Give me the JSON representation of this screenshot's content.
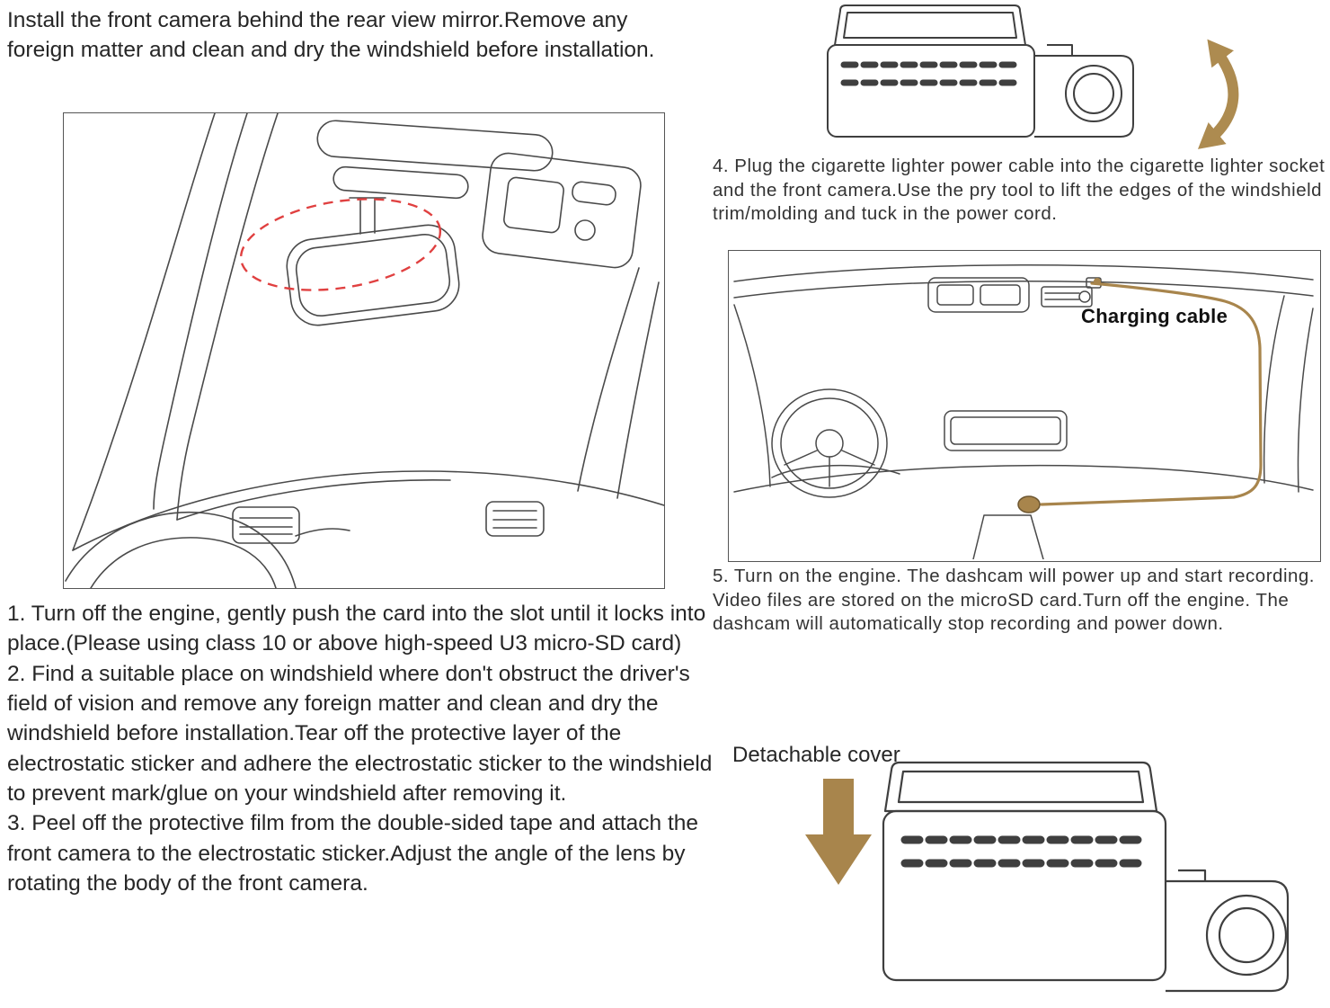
{
  "left": {
    "intro": "Install the front camera behind the rear view mirror.Remove any foreign matter and clean and dry the windshield before installation.",
    "steps": [
      "1. Turn off the engine, gently push the card into the slot until it locks into place.(Please using class 10 or above high-speed U3 micro-SD card)",
      "2. Find a suitable place on windshield where don't obstruct the driver's field of vision and remove any foreign matter and clean and dry the windshield before installation.Tear off the protective layer of the electrostatic sticker and adhere the electrostatic sticker to the windshield to prevent mark/glue on your windshield after removing it.",
      "3. Peel off the protective film from the double-sided tape and attach the front camera to the electrostatic sticker.Adjust the angle of the lens by rotating the body of the front camera."
    ]
  },
  "right": {
    "step4": "4. Plug the cigarette lighter power cable into the cigarette lighter socket and the front camera.Use the pry tool to lift the edges of the windshield trim/molding and tuck in the power cord.",
    "step5": "5. Turn on the engine. The dashcam will power up and start recording. Video files are stored on the microSD card.Turn off the engine. The dashcam will automatically stop recording and power down.",
    "charging_cable_label": "Charging cable",
    "detachable_cover_label": "Detachable cover"
  },
  "colors": {
    "accent_tan": "#a8854c",
    "highlight_red": "#e04040",
    "line": "#4a4a4a",
    "text": "#1f1f1f"
  }
}
